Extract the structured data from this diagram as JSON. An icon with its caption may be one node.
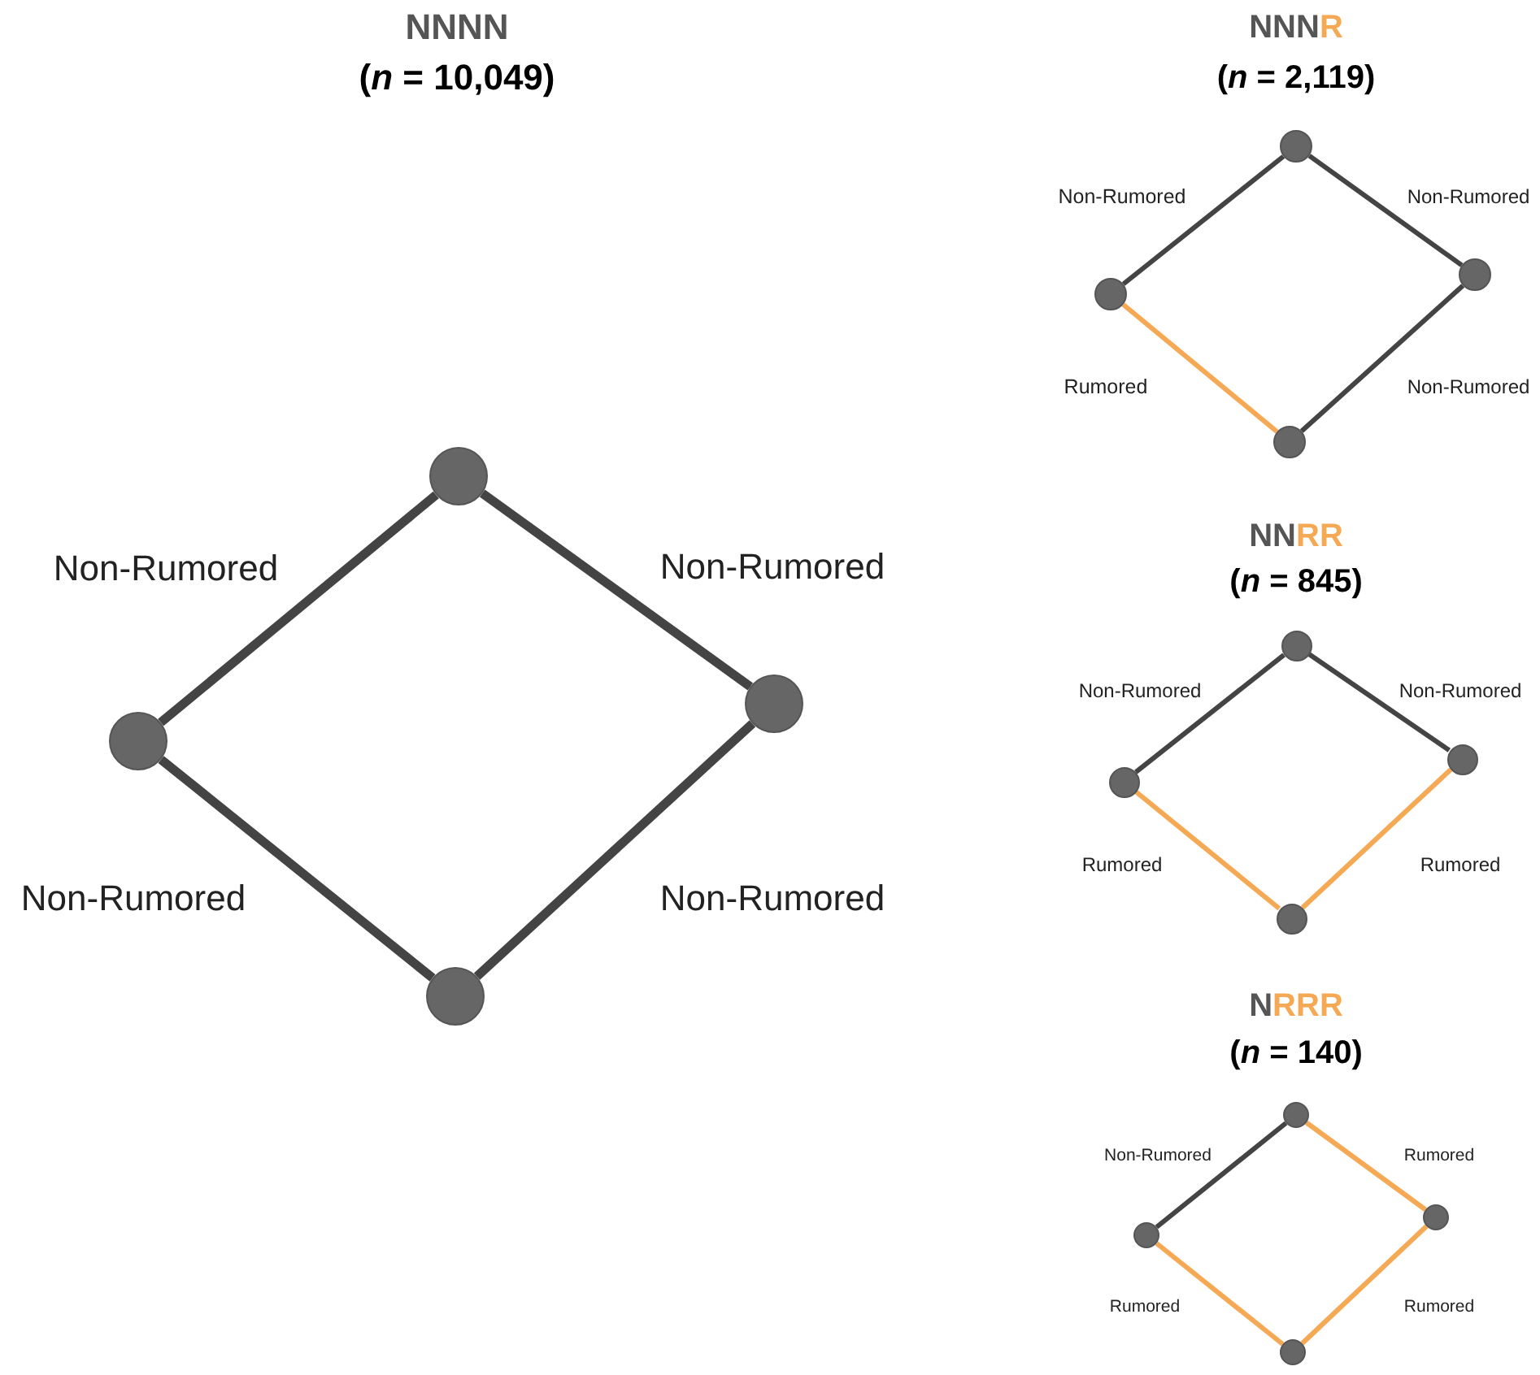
{
  "diagram": {
    "nodes": [
      {
        "text": [],
        "shape": "circle"
      },
      {
        "text": [],
        "shape": "circle"
      },
      {
        "text": [],
        "shape": "circle"
      },
      {
        "text": [],
        "shape": "circle"
      },
      {
        "text": [],
        "shape": "circle"
      },
      {
        "text": [],
        "shape": "circle"
      },
      {
        "text": [],
        "shape": "circle"
      },
      {
        "text": [],
        "shape": "circle"
      },
      {
        "text": [],
        "shape": "circle"
      },
      {
        "text": [],
        "shape": "circle"
      },
      {
        "text": [],
        "shape": "circle"
      },
      {
        "text": [],
        "shape": "circle"
      },
      {
        "text": [],
        "shape": "circle"
      },
      {
        "text": [],
        "shape": "circle"
      },
      {
        "text": [],
        "shape": "circle"
      },
      {
        "text": [],
        "shape": "circle"
      }
    ],
    "edges": [
      {
        "from": 0,
        "to": 1,
        "arrow": "none",
        "label": "Non-Rumored",
        "style": "thick"
      },
      {
        "from": 0,
        "to": 2,
        "arrow": "none",
        "label": "Non-Rumored",
        "style": "thick"
      },
      {
        "from": 1,
        "to": 3,
        "arrow": "none",
        "label": "Non-Rumored",
        "style": "thick"
      },
      {
        "from": 2,
        "to": 3,
        "arrow": "none",
        "label": "Non-Rumored",
        "style": "thick"
      },
      {
        "from": 4,
        "to": 5,
        "arrow": "none",
        "label": "Non-Rumored"
      },
      {
        "from": 4,
        "to": 6,
        "arrow": "none",
        "label": "Non-Rumored"
      },
      {
        "from": 5,
        "to": 7,
        "arrow": "none",
        "label": "Rumored",
        "color": "#f5a954"
      },
      {
        "from": 6,
        "to": 7,
        "arrow": "none",
        "label": "Non-Rumored"
      },
      {
        "from": 8,
        "to": 9,
        "arrow": "none",
        "label": "Non-Rumored"
      },
      {
        "from": 8,
        "to": 10,
        "arrow": "none",
        "label": "Non-Rumored"
      },
      {
        "from": 9,
        "to": 11,
        "arrow": "none",
        "label": "Rumored",
        "color": "#f5a954"
      },
      {
        "from": 10,
        "to": 11,
        "arrow": "none",
        "label": "Rumored",
        "color": "#f5a954"
      },
      {
        "from": 12,
        "to": 13,
        "arrow": "none",
        "label": "Non-Rumored"
      },
      {
        "from": 12,
        "to": 14,
        "arrow": "none",
        "label": "Rumored",
        "color": "#f5a954"
      },
      {
        "from": 13,
        "to": 15,
        "arrow": "none",
        "label": "Rumored",
        "color": "#f5a954"
      },
      {
        "from": 14,
        "to": 15,
        "arrow": "none",
        "label": "Rumored",
        "color": "#f5a954"
      }
    ],
    "labels": [
      "NNNN",
      "(*n* = 10,049)",
      "NNNR",
      "(*n* = 2,119)",
      "NNRR",
      "(*n* = 845)",
      "NRRR",
      "(*n* = 140)"
    ]
  }
}
